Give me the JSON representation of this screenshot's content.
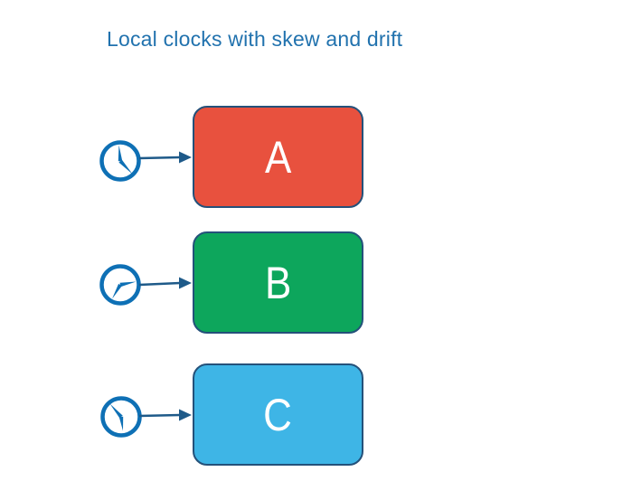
{
  "title": {
    "text": "Local clocks with skew and drift",
    "color": "#2172AE"
  },
  "diagram": {
    "background": "#FFFFFF",
    "node_border_color": "#24517A",
    "node_label_color": "#FFFFFF",
    "arrow_color": "#1E5A89",
    "clock_color": "#0E70B5",
    "nodes": [
      {
        "id": "A",
        "label": "A",
        "fill": "#E8513E",
        "clock_hands": [
          "12:00",
          "4:30"
        ]
      },
      {
        "id": "B",
        "label": "B",
        "fill": "#0DA65C",
        "clock_hands": [
          "3:00",
          "7:40"
        ]
      },
      {
        "id": "C",
        "label": "C",
        "fill": "#3EB5E6",
        "clock_hands": [
          "10:30",
          "6:00"
        ]
      }
    ]
  }
}
